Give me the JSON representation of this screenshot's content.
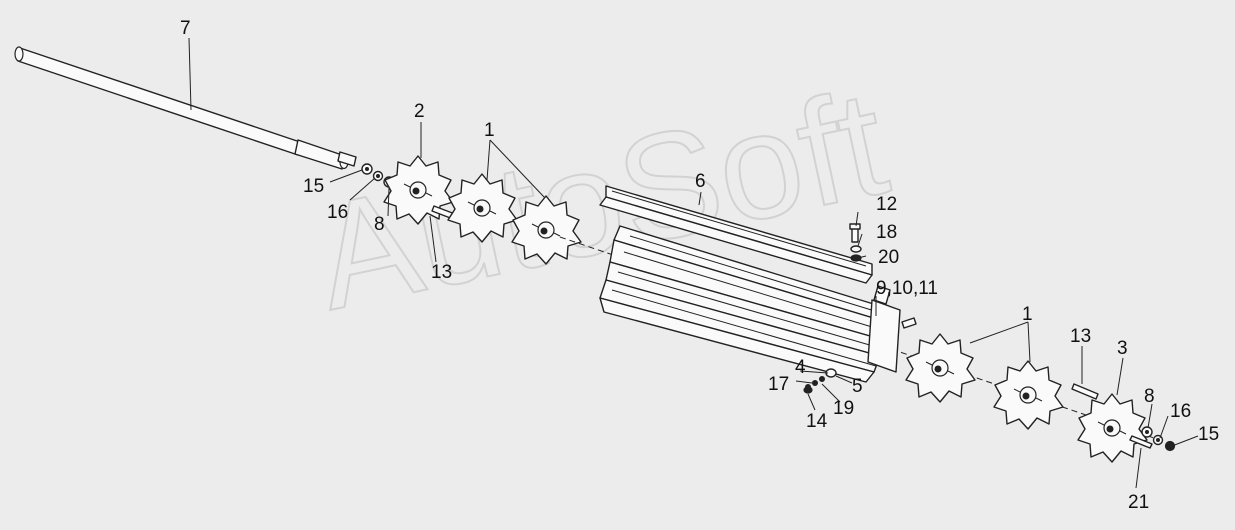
{
  "watermark": "AutoSoft",
  "labels": {
    "l1": "1",
    "l1b": "1",
    "l2": "2",
    "l3": "3",
    "l4": "4",
    "l5": "5",
    "l6": "6",
    "l7": "7",
    "l8": "8",
    "l8b": "8",
    "l9_11": "9,10,11",
    "l12": "12",
    "l13": "13",
    "l13b": "13",
    "l14": "14",
    "l15": "15",
    "l15b": "15",
    "l16": "16",
    "l16b": "16",
    "l17": "17",
    "l18": "18",
    "l19": "19",
    "l20": "20",
    "l21": "21"
  }
}
